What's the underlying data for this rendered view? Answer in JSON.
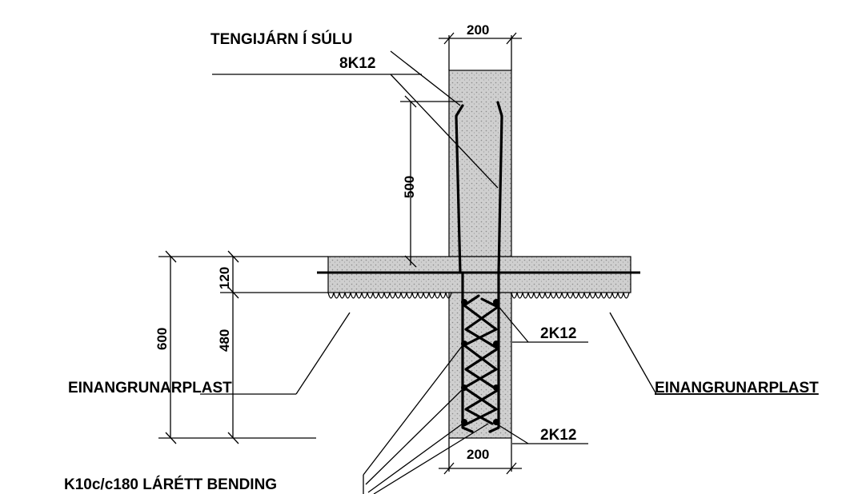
{
  "labels": {
    "top_title": "TENGIJÁRN Í SÚLU",
    "top_bar": "8K12",
    "insulation_left": "EINANGRUNARPLAST",
    "insulation_right": "EINANGRUNARPLAST",
    "bars_mid": "2K12",
    "bars_bottom": "2K12",
    "horizontal_bending": "K10c/c180 LÁRÉTT BENDING"
  },
  "dimensions": {
    "top_width": "200",
    "bottom_width": "200",
    "lap_length": "500",
    "slab_thickness": "120",
    "insulation_depth": "480",
    "total_depth": "600"
  },
  "colors": {
    "concrete": "#c9c9c9",
    "line": "#000000"
  }
}
